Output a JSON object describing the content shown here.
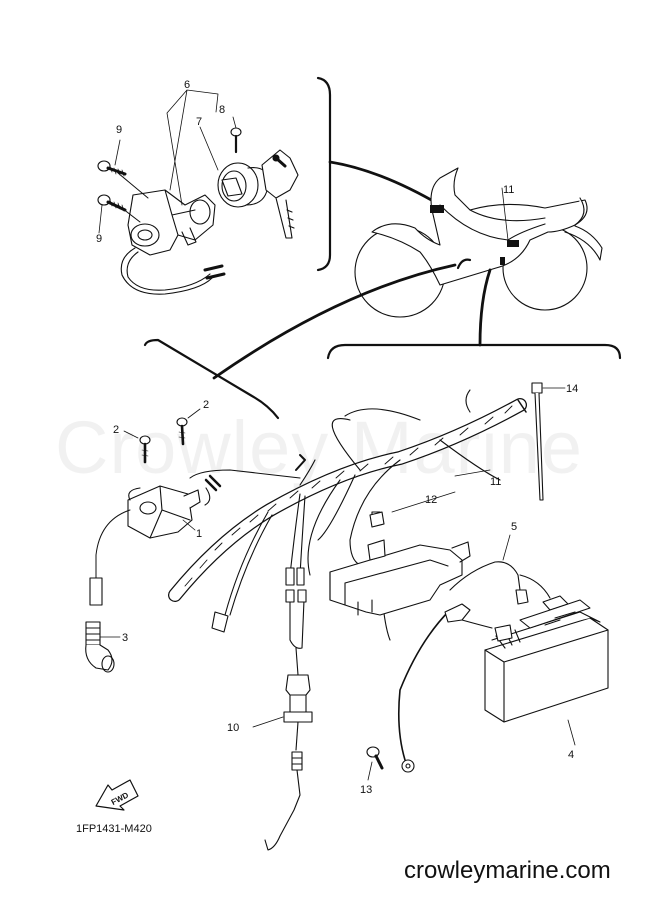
{
  "diagram": {
    "watermark": "Crowley Marine",
    "part_code": "1FP1431-M420",
    "website": "crowleymarine.com",
    "fwd_label": "FWD",
    "callouts": {
      "c1": "1",
      "c2a": "2",
      "c2b": "2",
      "c3": "3",
      "c4": "4",
      "c5": "5",
      "c6": "6",
      "c7": "7",
      "c8": "8",
      "c9a": "9",
      "c9b": "9",
      "c10": "10",
      "c11a": "11",
      "c11b": "11",
      "c12": "12",
      "c13": "13",
      "c14": "14"
    }
  },
  "colors": {
    "line": "#111111",
    "fill": "#ffffff",
    "dark": "#000000"
  }
}
